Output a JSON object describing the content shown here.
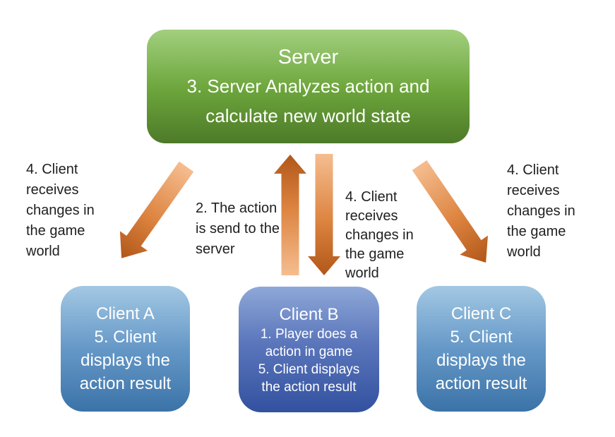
{
  "server": {
    "title": "Server",
    "body": "3. Server Analyzes action and\ncalculate new world state"
  },
  "clients": [
    {
      "title": "Client A",
      "body": "5. Client\ndisplays the\naction result"
    },
    {
      "title": "Client B",
      "body": "1. Player does a\naction in game\n5. Client displays\nthe action result"
    },
    {
      "title": "Client C",
      "body": "5. Client\ndisplays the\naction result"
    }
  ],
  "labels": {
    "client_a_receive": "4. Client\nreceives\nchanges in\nthe game\nworld",
    "send_action": "2. The action\nis send to the\nserver",
    "client_b_receive": "4. Client\nreceives\nchanges in\nthe game\nworld",
    "client_c_receive": "4. Client\nreceives\nchanges in\nthe game\nworld"
  },
  "arrows": [
    {
      "name": "server-to-client-a-arrow",
      "direction": "down-left"
    },
    {
      "name": "client-b-to-server-arrow",
      "direction": "up"
    },
    {
      "name": "server-to-client-b-arrow",
      "direction": "down"
    },
    {
      "name": "server-to-client-c-arrow",
      "direction": "down-right"
    }
  ],
  "colors": {
    "server_green_top": "#a2cf7e",
    "server_green_bottom": "#4d7a28",
    "client_blue_top": "#a3c8e3",
    "client_blue_bottom": "#3b73a8",
    "client_b_blue_top": "#8ea8d8",
    "client_b_blue_bottom": "#32519f",
    "arrow_light": "#f5bd90",
    "arrow_dark": "#b1571a",
    "box_text": "#ffffff",
    "label_text": "#1f1f1f"
  }
}
